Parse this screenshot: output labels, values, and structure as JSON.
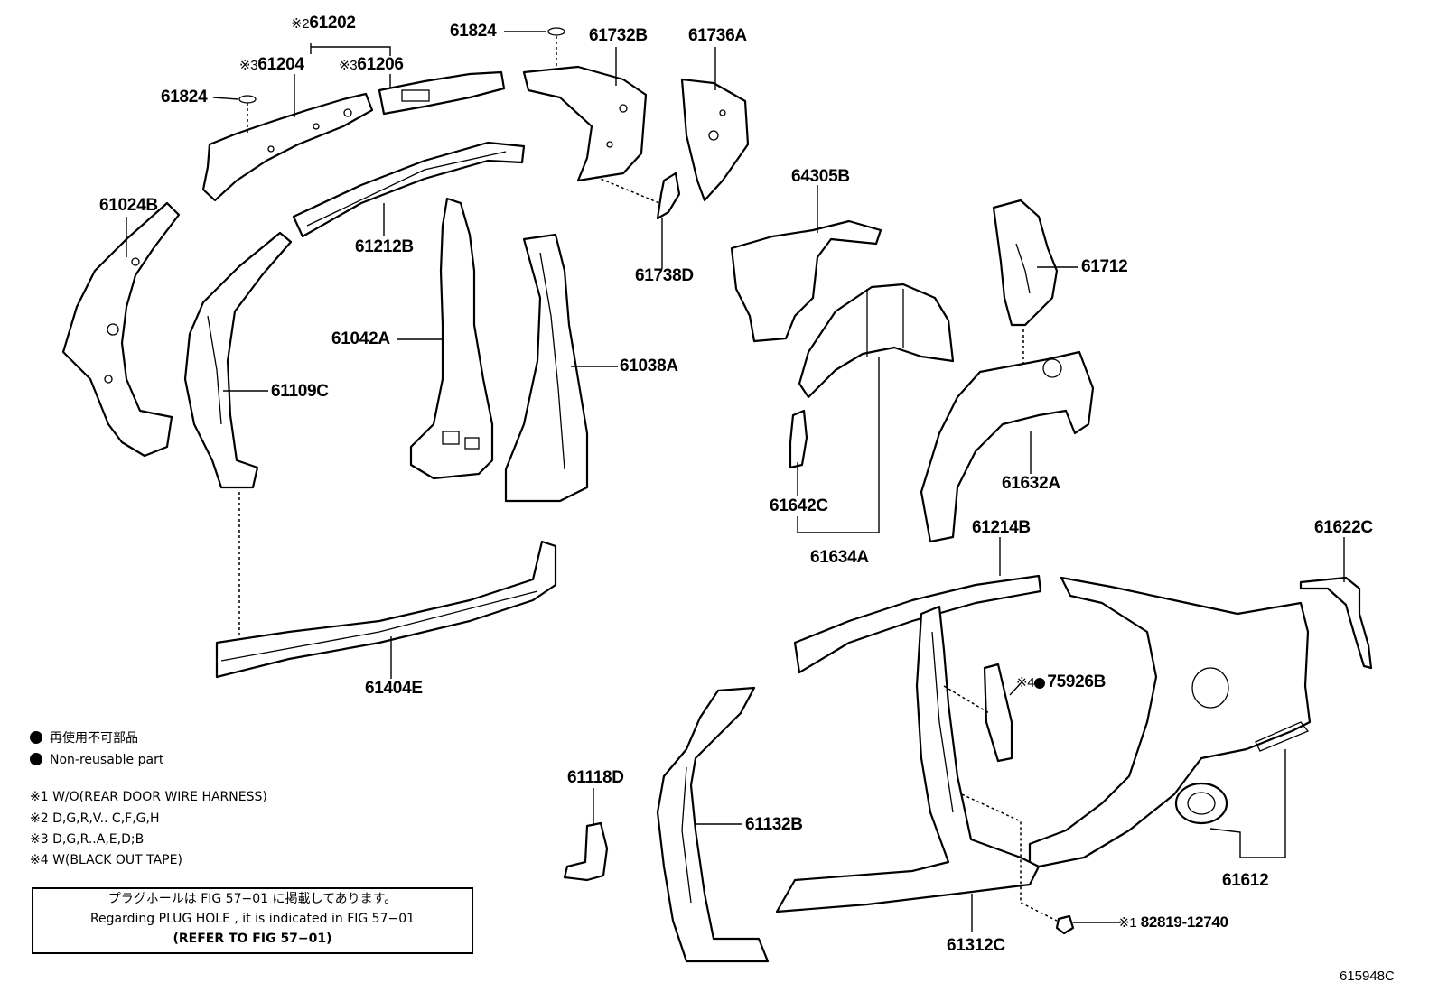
{
  "labels": {
    "p61202": "61202",
    "p61202_mark": "※2",
    "p61204": "61204",
    "p61204_mark": "※3",
    "p61206": "61206",
    "p61206_mark": "※3",
    "p61824_a": "61824",
    "p61824_b": "61824",
    "p61732B": "61732B",
    "p61736A": "61736A",
    "p61024B": "61024B",
    "p61212B": "61212B",
    "p61738D": "61738D",
    "p64305B": "64305B",
    "p61712": "61712",
    "p61042A": "61042A",
    "p61038A": "61038A",
    "p61109C": "61109C",
    "p61632A": "61632A",
    "p61642C": "61642C",
    "p61634A": "61634A",
    "p61214B": "61214B",
    "p61622C": "61622C",
    "p61404E": "61404E",
    "p75926B": "75926B",
    "p75926B_mark": "※4",
    "p61118D": "61118D",
    "p61132B": "61132B",
    "p61612": "61612",
    "p61312C": "61312C",
    "p82819": "82819-12740",
    "p82819_mark": "※1"
  },
  "legend": {
    "nonreusable_ja": "再使用不可部品",
    "nonreusable_en": "Non-reusable part",
    "notes": [
      "※1 W/O(REAR DOOR WIRE HARNESS)",
      "※2 D,G,R,V.. C,F,G,H",
      "※3 D,G,R..A,E,D;B",
      "※4 W(BLACK OUT TAPE)"
    ]
  },
  "note_box": {
    "line1": "プラグホールは FIG  57−01 に掲載してあります。",
    "line2": "Regarding  PLUG HOLE , it is indicated in FIG  57−01",
    "line3": "(REFER  TO  FIG  57−01)"
  },
  "ref_code": "615948C"
}
